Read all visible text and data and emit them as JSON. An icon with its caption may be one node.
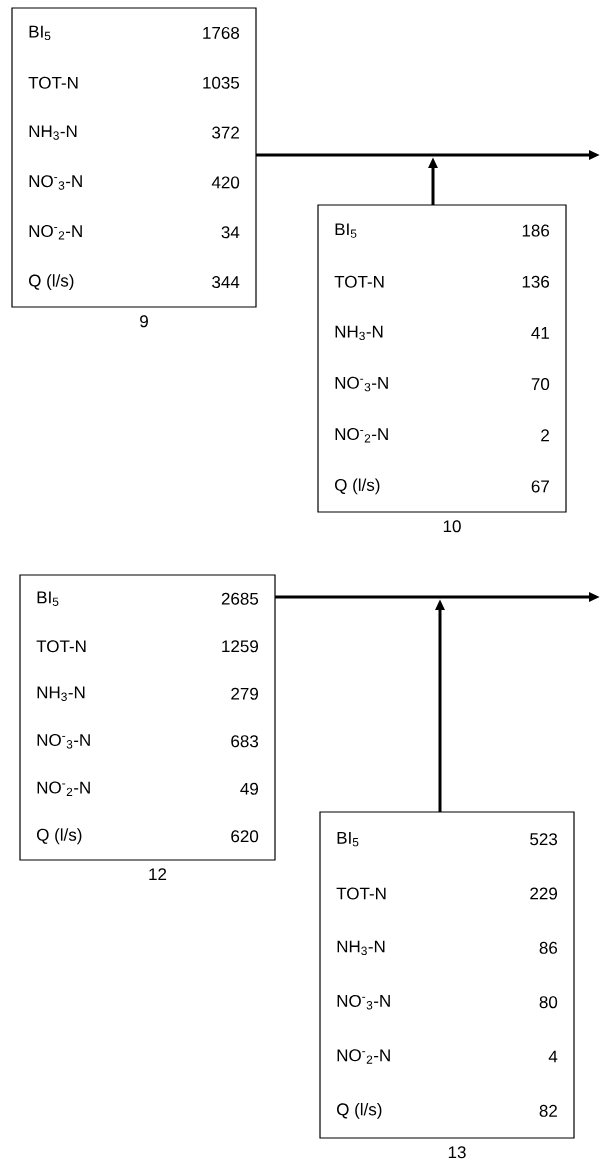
{
  "diagram": {
    "nodes": [
      {
        "text": [
          "BI$_{5}$",
          "1768",
          "TOT-N",
          "1035",
          "NH$_{3}$-N",
          "372",
          "NO$^{-}$$_{3}$-N",
          "420",
          "NO$^{-}$$_{2}$-N",
          "34",
          "Q (l/s)",
          "344"
        ],
        "beside": [
          "9"
        ]
      },
      {
        "text": [
          "BI$_{5}$",
          "186",
          "TOT-N",
          "136",
          "NH$_{3}$-N",
          "41",
          "NO$^{-}$$_{3}$-N",
          "70",
          "NO$^{-}$$_{2}$-N",
          "2",
          "Q (l/s)",
          "67"
        ],
        "beside": [
          "10"
        ]
      },
      {
        "text": [
          "BI$_{5}$",
          "2685",
          "TOT-N",
          "1259",
          "NH$_{3}$-N",
          "279",
          "NO$^{-}$$_{3}$-N",
          "683",
          "NO$^{-}$$_{2}$-N",
          "49",
          "Q (l/s)",
          "620"
        ],
        "beside": [
          "12"
        ]
      },
      {
        "text": [
          "BI$_{5}$",
          "523",
          "TOT-N",
          "229",
          "NH$_{3}$-N",
          "86",
          "NO$^{-}$$_{3}$-N",
          "80",
          "NO$^{-}$$_{2}$-N",
          "4",
          "Q (l/s)",
          "82"
        ],
        "beside": [
          "13"
        ]
      }
    ],
    "edges": [
      {
        "from": 0,
        "to": null,
        "arrow": "to"
      },
      {
        "from": 1,
        "to": null,
        "arrow": "to"
      },
      {
        "from": 2,
        "to": null,
        "arrow": "to"
      },
      {
        "from": 3,
        "to": null,
        "arrow": "to"
      }
    ]
  }
}
